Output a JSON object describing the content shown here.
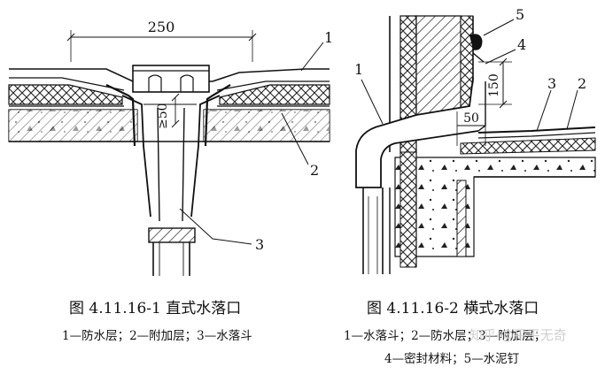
{
  "left_figure": {
    "dimension_width": "250",
    "dimension_depth": "≥50",
    "callouts": [
      "1",
      "2",
      "3"
    ],
    "title": "图 4.11.16-1    直式水落口",
    "legend": "1—防水层；2—附加层；3—水落斗"
  },
  "right_figure": {
    "dimension_height": "150",
    "dimension_width": "50",
    "callouts": [
      "1",
      "2",
      "3",
      "4",
      "5"
    ],
    "title": "图 4.11.16-2    横式水落口",
    "legend_line1": "1—水落斗；2—防水层；3—附加层；",
    "legend_line2": "4—密封材料；5—水泥钉"
  },
  "watermark": "知乎 @平平无奇"
}
